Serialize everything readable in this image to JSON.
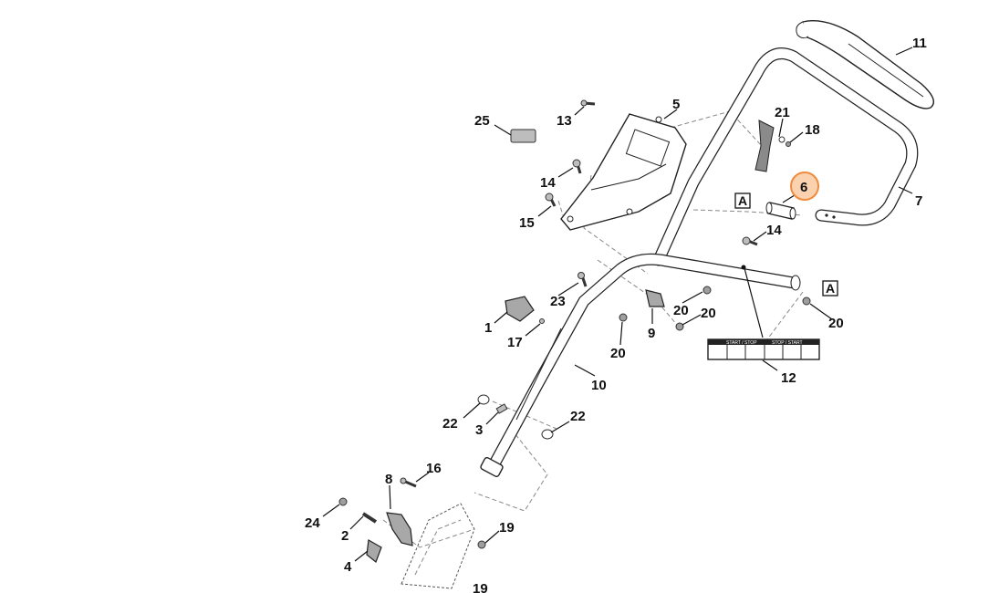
{
  "callouts": [
    {
      "id": "1",
      "text": "1"
    },
    {
      "id": "2",
      "text": "2"
    },
    {
      "id": "3",
      "text": "3"
    },
    {
      "id": "4",
      "text": "4"
    },
    {
      "id": "5",
      "text": "5"
    },
    {
      "id": "6",
      "text": "6",
      "highlighted": true
    },
    {
      "id": "7",
      "text": "7"
    },
    {
      "id": "8",
      "text": "8"
    },
    {
      "id": "9",
      "text": "9"
    },
    {
      "id": "10",
      "text": "10"
    },
    {
      "id": "11",
      "text": "11"
    },
    {
      "id": "12",
      "text": "12"
    },
    {
      "id": "13",
      "text": "13"
    },
    {
      "id": "14a",
      "text": "14"
    },
    {
      "id": "14b",
      "text": "14"
    },
    {
      "id": "15",
      "text": "15"
    },
    {
      "id": "16",
      "text": "16"
    },
    {
      "id": "17",
      "text": "17"
    },
    {
      "id": "18",
      "text": "18"
    },
    {
      "id": "19a",
      "text": "19"
    },
    {
      "id": "19b",
      "text": "19"
    },
    {
      "id": "20a",
      "text": "20"
    },
    {
      "id": "20b",
      "text": "20"
    },
    {
      "id": "20c",
      "text": "20"
    },
    {
      "id": "20d",
      "text": "20"
    },
    {
      "id": "21",
      "text": "21"
    },
    {
      "id": "22a",
      "text": "22"
    },
    {
      "id": "22b",
      "text": "22"
    },
    {
      "id": "23",
      "text": "23"
    },
    {
      "id": "24",
      "text": "24"
    },
    {
      "id": "25",
      "text": "25"
    }
  ],
  "reference_marks": [
    {
      "id": "A1",
      "text": "A"
    },
    {
      "id": "A2",
      "text": "A"
    }
  ],
  "decal_text": {
    "left": "START / STOP",
    "right": "STOP / START"
  },
  "colors": {
    "highlight_fill": "#fbd2b0",
    "highlight_stroke": "#f08a3c",
    "line": "#222222"
  }
}
